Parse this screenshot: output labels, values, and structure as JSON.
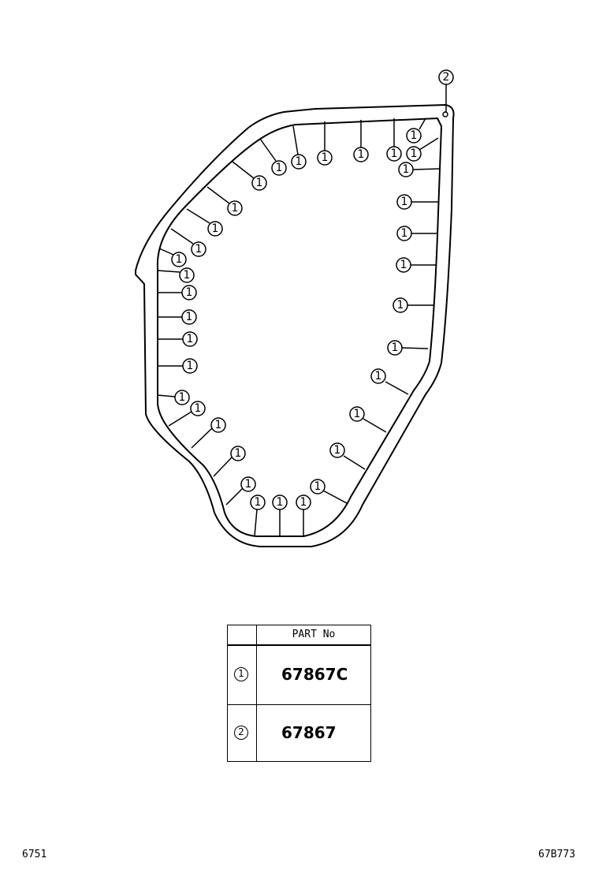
{
  "diagram": {
    "callout_main": "1",
    "callout_top": "2"
  },
  "table": {
    "header": "PART No",
    "rows": [
      {
        "ref": "1",
        "part": "67867C"
      },
      {
        "ref": "2",
        "part": "67867"
      }
    ]
  },
  "footer": {
    "left": "6751",
    "right": "67B773"
  }
}
